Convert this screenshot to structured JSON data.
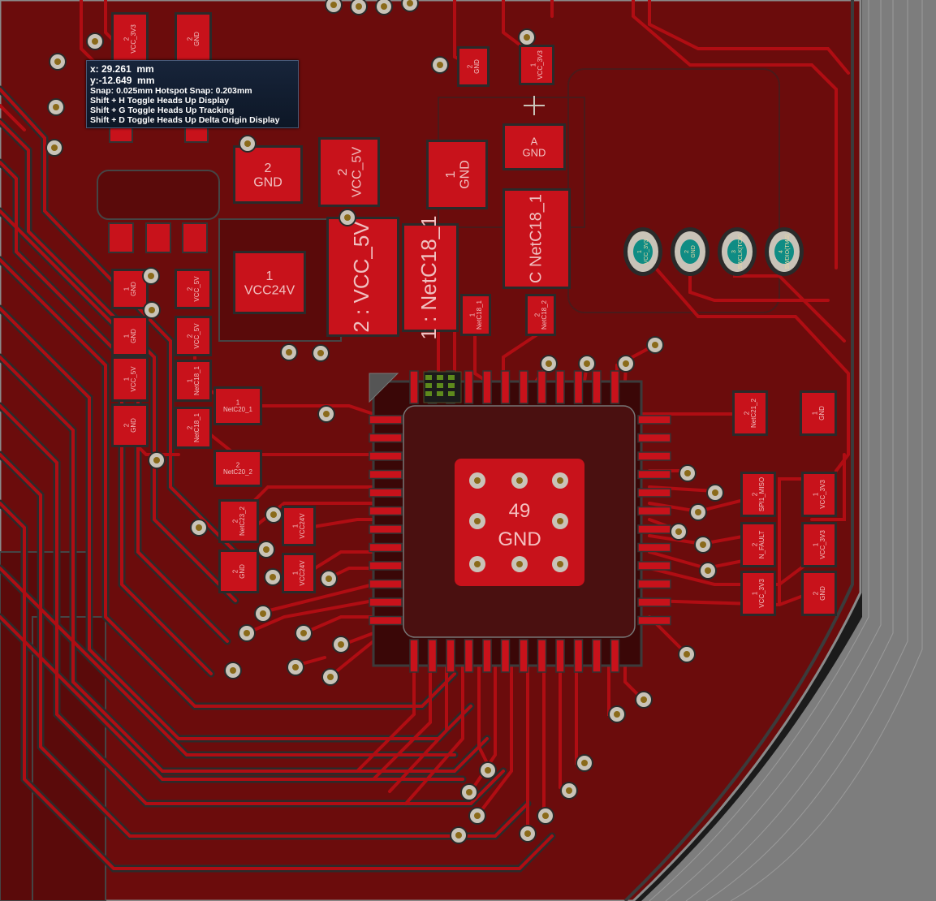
{
  "hud": {
    "x": "x: 29.261  mm",
    "y": "y:-12.649  mm",
    "snap": "Snap: 0.025mm Hotspot Snap: 0.203mm",
    "shortcut_h": "Shift + H  Toggle Heads Up Display",
    "shortcut_g": "Shift + G  Toggle Heads Up Tracking",
    "shortcut_d": "Shift + D  Toggle Heads Up Delta Origin Display"
  },
  "colors": {
    "board": "#6b0c0c",
    "copper": "#c8121b",
    "trace": "#b00d13",
    "clearance": "#2a2a2a",
    "outline": "#7a7a7a",
    "via": "#c9c3b8",
    "hole": "#8a6a1a",
    "silk": "#e7d8a6",
    "label": "#f0c0c0",
    "hud_bg": "#16223a",
    "testpad": "#0f8c84"
  },
  "pads": [
    {
      "num": "2",
      "net": "VCC_3V3"
    },
    {
      "num": "2",
      "net": "GND"
    },
    {
      "num": "2",
      "net": "GND"
    },
    {
      "num": "1",
      "net": "VCC_3V3"
    },
    {
      "num": "1",
      "net": ""
    },
    {
      "num": "2",
      "net": "GND"
    },
    {
      "num": "2",
      "net": "VCC_5V"
    },
    {
      "num": "1",
      "net": "GND"
    },
    {
      "num": "A",
      "net": "GND"
    },
    {
      "num": "C",
      "net": "NetC18_1"
    },
    {
      "num": "1",
      "net": "VCC24V"
    },
    {
      "num": "2 :",
      "net": "VCC_5V"
    },
    {
      "num": "1 :",
      "net": "NetC18_1"
    },
    {
      "num": "1",
      "net": "NetC18_1"
    },
    {
      "num": "2",
      "net": "NetC18_2"
    },
    {
      "num": "1",
      "net": "GND"
    },
    {
      "num": "2",
      "net": "VCC_5V"
    },
    {
      "num": "1",
      "net": "GND"
    },
    {
      "num": "2",
      "net": "VCC_5V"
    },
    {
      "num": "1",
      "net": "VCC_5V"
    },
    {
      "num": "1",
      "net": "NetC18_1"
    },
    {
      "num": "1",
      "net": "NetC20_1"
    },
    {
      "num": "2",
      "net": "GND"
    },
    {
      "num": "2",
      "net": "NetC18_1"
    },
    {
      "num": "2",
      "net": "NetC20_2"
    },
    {
      "num": "2",
      "net": "NetC23_2"
    },
    {
      "num": "1",
      "net": "VCC24V"
    },
    {
      "num": "2",
      "net": "GND"
    },
    {
      "num": "1",
      "net": "VCC24V"
    },
    {
      "num": "2",
      "net": "NetC21_2"
    },
    {
      "num": "1",
      "net": "GND"
    },
    {
      "num": "2",
      "net": "SPI1_MISO"
    },
    {
      "num": "1",
      "net": "VCC_3V3"
    },
    {
      "num": "2",
      "net": "N_FAULT"
    },
    {
      "num": "1",
      "net": "VCC_3V3"
    },
    {
      "num": "1",
      "net": "VCC_3V3"
    },
    {
      "num": "2",
      "net": "GND"
    }
  ],
  "thermal_pad": {
    "num": "49",
    "net": "GND"
  },
  "header_pins": [
    {
      "num": "1",
      "net": "VCC_3V3"
    },
    {
      "num": "2",
      "net": "GND"
    },
    {
      "num": "3",
      "net": "SWCLK(TCK)"
    },
    {
      "num": "4",
      "net": "SWDIO(TMS)"
    }
  ]
}
